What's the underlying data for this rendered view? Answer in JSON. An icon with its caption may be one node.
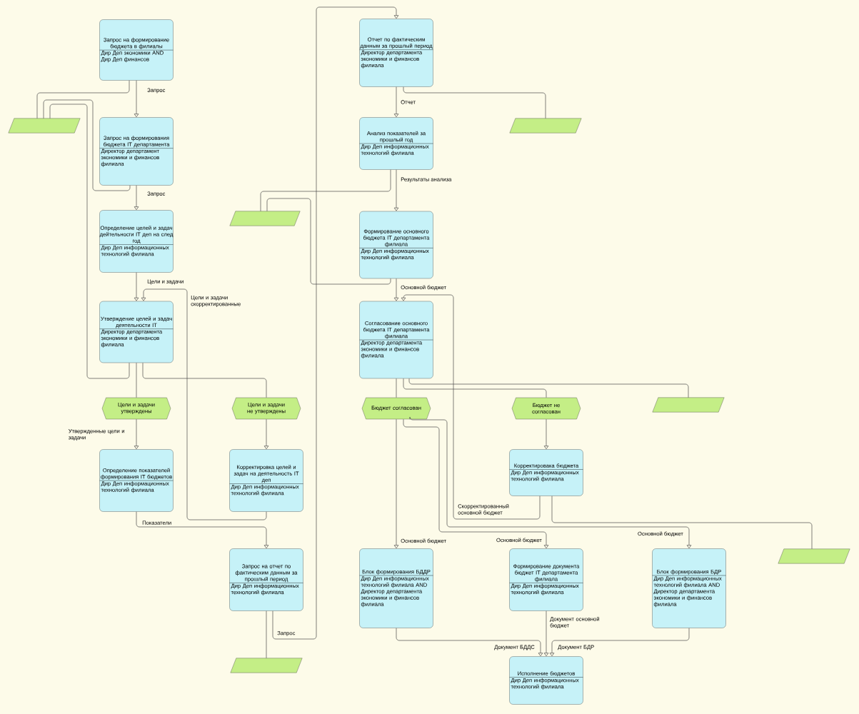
{
  "diagram": {
    "nodes": [
      {
        "text": [
          "Запрос на формирование бюджета в филиалы",
          "Дир Деп экономики AND Дир Деп финансов"
        ]
      },
      {
        "text": [],
        "shape": "parallelogram"
      },
      {
        "text": [
          "Запрос на формирования бюджета IT департамента",
          "Директор департамент экономики и финансов филиала"
        ]
      },
      {
        "text": [
          "Определение целей и задач дейтельносги IT деп на след год",
          "Дир Деп информационных технологий филиала"
        ]
      },
      {
        "text": [],
        "shape": "parallelogram"
      },
      {
        "text": [
          "Утверждение целей и задач деятельности IT",
          "Директор департамента экономики и финансов филиала"
        ]
      },
      {
        "text": [
          "Цели и задачи утверждены"
        ]
      },
      {
        "text": [
          "Цели и задачи не утверждены"
        ]
      },
      {
        "text": [
          "Определение показателей формирования IT бюджетов",
          "Дир Деп информационных технологий филиала"
        ]
      },
      {
        "text": [
          "Корректировка целей и задач на деятельность IT деп",
          "Дир Деп информационных технологий филиала"
        ]
      },
      {
        "text": [
          "Запрос на отчет по фактическим данным за прошлый период",
          "Дир Деп информационных технологий филиала"
        ]
      },
      {
        "text": [],
        "shape": "parallelogram"
      },
      {
        "text": [
          "Отчет по фактическим данным за прошлый период",
          "Директор департамента экономики и финансов филиала"
        ]
      },
      {
        "text": [],
        "shape": "parallelogram"
      },
      {
        "text": [
          "Анализ показателей за прошлый год",
          "Дир Деп информационных технологий филиала"
        ]
      },
      {
        "text": [
          "Формирование основного бюджета IT департамента филиала",
          "Дир Деп информационных технологий филиала"
        ]
      },
      {
        "text": [
          "Согласование основного бюджета IT департамента филиала",
          "Директор департамента экономики и финансов филиала"
        ]
      },
      {
        "text": [
          "Бюджет согласован"
        ]
      },
      {
        "text": [
          "Бюджет не согласован"
        ]
      },
      {
        "text": [],
        "shape": "parallelogram"
      },
      {
        "text": [
          "Корректировака бюджета",
          "Дир Деп информационных технологий филиала"
        ]
      },
      {
        "text": [
          "Блок формирования БДДР",
          "Дир Деп информационных технологий филиала AND Директор департамента экономики и финансов филиала"
        ]
      },
      {
        "text": [
          "Формирование документа бюджет IT департамента филиала",
          "Дир Деп информационных технологий филиала"
        ]
      },
      {
        "text": [
          "Блок формирования БДР",
          "Дир Деп информационных технологий филиала AND Директор департамента экономики и финансов филиала"
        ]
      },
      {
        "text": [],
        "shape": "parallelogram"
      },
      {
        "text": [
          "Исполнение бюджетов",
          "Дир Деп информационных технологий филиала"
        ]
      }
    ],
    "edges": [
      {
        "from": 0,
        "to": 2,
        "arrow": "to",
        "label": "Запрос"
      },
      {
        "from": 0,
        "to": 1,
        "arrow": "none"
      },
      {
        "from": 2,
        "to": 1,
        "arrow": "none"
      },
      {
        "from": 5,
        "to": 1,
        "arrow": "none"
      },
      {
        "from": 2,
        "to": 3,
        "arrow": "to",
        "label": "Запрос"
      },
      {
        "from": 3,
        "to": 5,
        "arrow": "to",
        "label": "Цели и задачи"
      },
      {
        "from": 9,
        "to": 5,
        "arrow": "to",
        "label": "Цели и задачи скорректированные"
      },
      {
        "from": 5,
        "to": 6,
        "arrow": "none"
      },
      {
        "from": 5,
        "to": 7,
        "arrow": "none"
      },
      {
        "from": 6,
        "to": 8,
        "arrow": "to",
        "label": "Утвержденные цели и задачи"
      },
      {
        "from": 7,
        "to": 9,
        "arrow": "to"
      },
      {
        "from": 8,
        "to": 10,
        "arrow": "to",
        "label": "Показатели"
      },
      {
        "from": 10,
        "to": 11,
        "arrow": "none"
      },
      {
        "from": 10,
        "to": 12,
        "arrow": "to",
        "label": "Запрос"
      },
      {
        "from": 12,
        "to": 14,
        "arrow": "to",
        "label": "Отчет"
      },
      {
        "from": 12,
        "to": 13,
        "arrow": "none"
      },
      {
        "from": 14,
        "to": 15,
        "arrow": "to",
        "label": "Результаты анализа"
      },
      {
        "from": 14,
        "to": 4,
        "arrow": "none"
      },
      {
        "from": 15,
        "to": 4,
        "arrow": "none"
      },
      {
        "from": 15,
        "to": 16,
        "arrow": "to",
        "label": "Основной бюджет"
      },
      {
        "from": 20,
        "to": 16,
        "arrow": "to",
        "label": "Скорректированный основной бюджет"
      },
      {
        "from": 16,
        "to": 17,
        "arrow": "none"
      },
      {
        "from": 16,
        "to": 18,
        "arrow": "none"
      },
      {
        "from": 16,
        "to": 19,
        "arrow": "none"
      },
      {
        "from": 18,
        "to": 20,
        "arrow": "to"
      },
      {
        "from": 17,
        "to": 21,
        "arrow": "to",
        "label": "Основной бюджет"
      },
      {
        "from": 17,
        "to": 22,
        "arrow": "to",
        "label": "Основной бюджет"
      },
      {
        "from": 17,
        "to": 23,
        "arrow": "to",
        "label": "Основной бюджет"
      },
      {
        "from": 20,
        "to": 24,
        "arrow": "none"
      },
      {
        "from": 21,
        "to": 25,
        "arrow": "to",
        "label": "Документ БДДС"
      },
      {
        "from": 22,
        "to": 25,
        "arrow": "to",
        "label": "Документ основной бюджет"
      },
      {
        "from": 23,
        "to": 25,
        "arrow": "to",
        "label": "Документ БДР"
      }
    ]
  }
}
